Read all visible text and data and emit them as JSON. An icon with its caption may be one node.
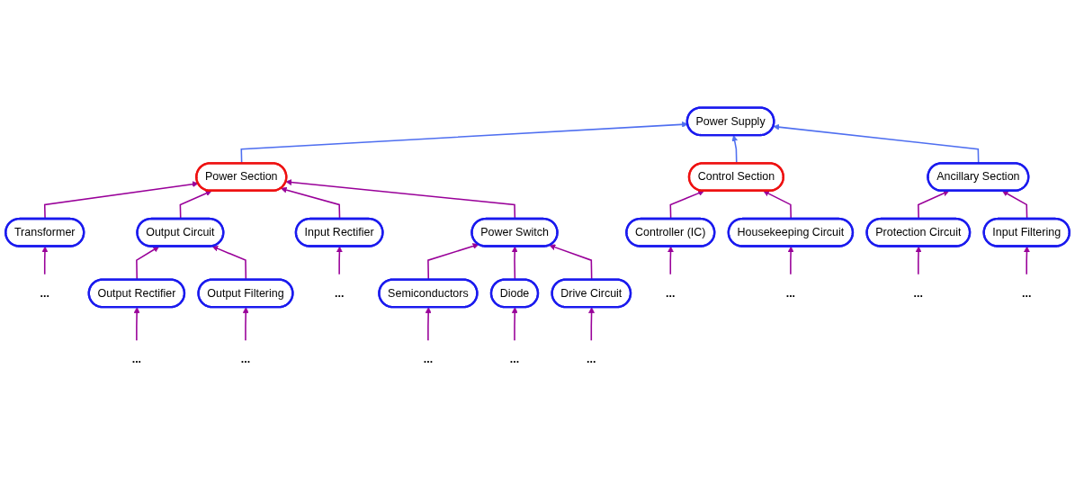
{
  "diagram": {
    "nodes": [
      {
        "text": [
          "Power Supply"
        ]
      },
      {
        "text": [
          "Power Section"
        ]
      },
      {
        "text": [
          "Control Section"
        ]
      },
      {
        "text": [
          "Ancillary Section"
        ]
      },
      {
        "text": [
          "Transformer"
        ]
      },
      {
        "text": [
          "Output Circuit"
        ]
      },
      {
        "text": [
          "Input Rectifier"
        ]
      },
      {
        "text": [
          "Power Switch"
        ]
      },
      {
        "text": [
          "Controller (IC)"
        ]
      },
      {
        "text": [
          "Housekeeping Circuit"
        ]
      },
      {
        "text": [
          "Protection Circuit"
        ]
      },
      {
        "text": [
          "Input Filtering"
        ]
      },
      {
        "text": [
          "Output Rectifier"
        ]
      },
      {
        "text": [
          "Output Filtering"
        ]
      },
      {
        "text": [
          "Semiconductors"
        ]
      },
      {
        "text": [
          "Diode"
        ]
      },
      {
        "text": [
          "Drive Circuit"
        ]
      },
      {
        "text": [
          "..."
        ]
      },
      {
        "text": [
          "..."
        ]
      },
      {
        "text": [
          "..."
        ]
      },
      {
        "text": [
          "..."
        ]
      },
      {
        "text": [
          "..."
        ]
      },
      {
        "text": [
          "..."
        ]
      },
      {
        "text": [
          "..."
        ]
      },
      {
        "text": [
          "..."
        ]
      },
      {
        "text": [
          "..."
        ]
      },
      {
        "text": [
          "..."
        ]
      },
      {
        "text": [
          "..."
        ]
      }
    ],
    "edges": [
      {
        "from": 1,
        "to": 0,
        "arrow": "to",
        "color": "#4f6ff0"
      },
      {
        "from": 2,
        "to": 0,
        "arrow": "to",
        "color": "#4f6ff0"
      },
      {
        "from": 3,
        "to": 0,
        "arrow": "to",
        "color": "#4f6ff0"
      },
      {
        "from": 4,
        "to": 1,
        "arrow": "to"
      },
      {
        "from": 5,
        "to": 1,
        "arrow": "to"
      },
      {
        "from": 6,
        "to": 1,
        "arrow": "to"
      },
      {
        "from": 7,
        "to": 1,
        "arrow": "to"
      },
      {
        "from": 8,
        "to": 2,
        "arrow": "to"
      },
      {
        "from": 9,
        "to": 2,
        "arrow": "to"
      },
      {
        "from": 10,
        "to": 3,
        "arrow": "to"
      },
      {
        "from": 11,
        "to": 3,
        "arrow": "to"
      },
      {
        "from": 12,
        "to": 5,
        "arrow": "to"
      },
      {
        "from": 13,
        "to": 5,
        "arrow": "to"
      },
      {
        "from": 14,
        "to": 7,
        "arrow": "to"
      },
      {
        "from": 15,
        "to": 7,
        "arrow": "to"
      },
      {
        "from": 16,
        "to": 7,
        "arrow": "to"
      },
      {
        "from": 17,
        "to": 4,
        "arrow": "to"
      },
      {
        "from": 18,
        "to": 8,
        "arrow": "to"
      },
      {
        "from": 19,
        "to": 10,
        "arrow": "to"
      },
      {
        "from": 20,
        "to": 6,
        "arrow": "to"
      },
      {
        "from": 21,
        "to": 9,
        "arrow": "to"
      },
      {
        "from": 22,
        "to": 11,
        "arrow": "to"
      },
      {
        "from": 23,
        "to": 13,
        "arrow": "to"
      },
      {
        "from": 24,
        "to": 12,
        "arrow": "to"
      },
      {
        "from": 25,
        "to": 15,
        "arrow": "to"
      },
      {
        "from": 26,
        "to": 16,
        "arrow": "to"
      },
      {
        "from": 27,
        "to": 14,
        "arrow": "to"
      }
    ]
  }
}
